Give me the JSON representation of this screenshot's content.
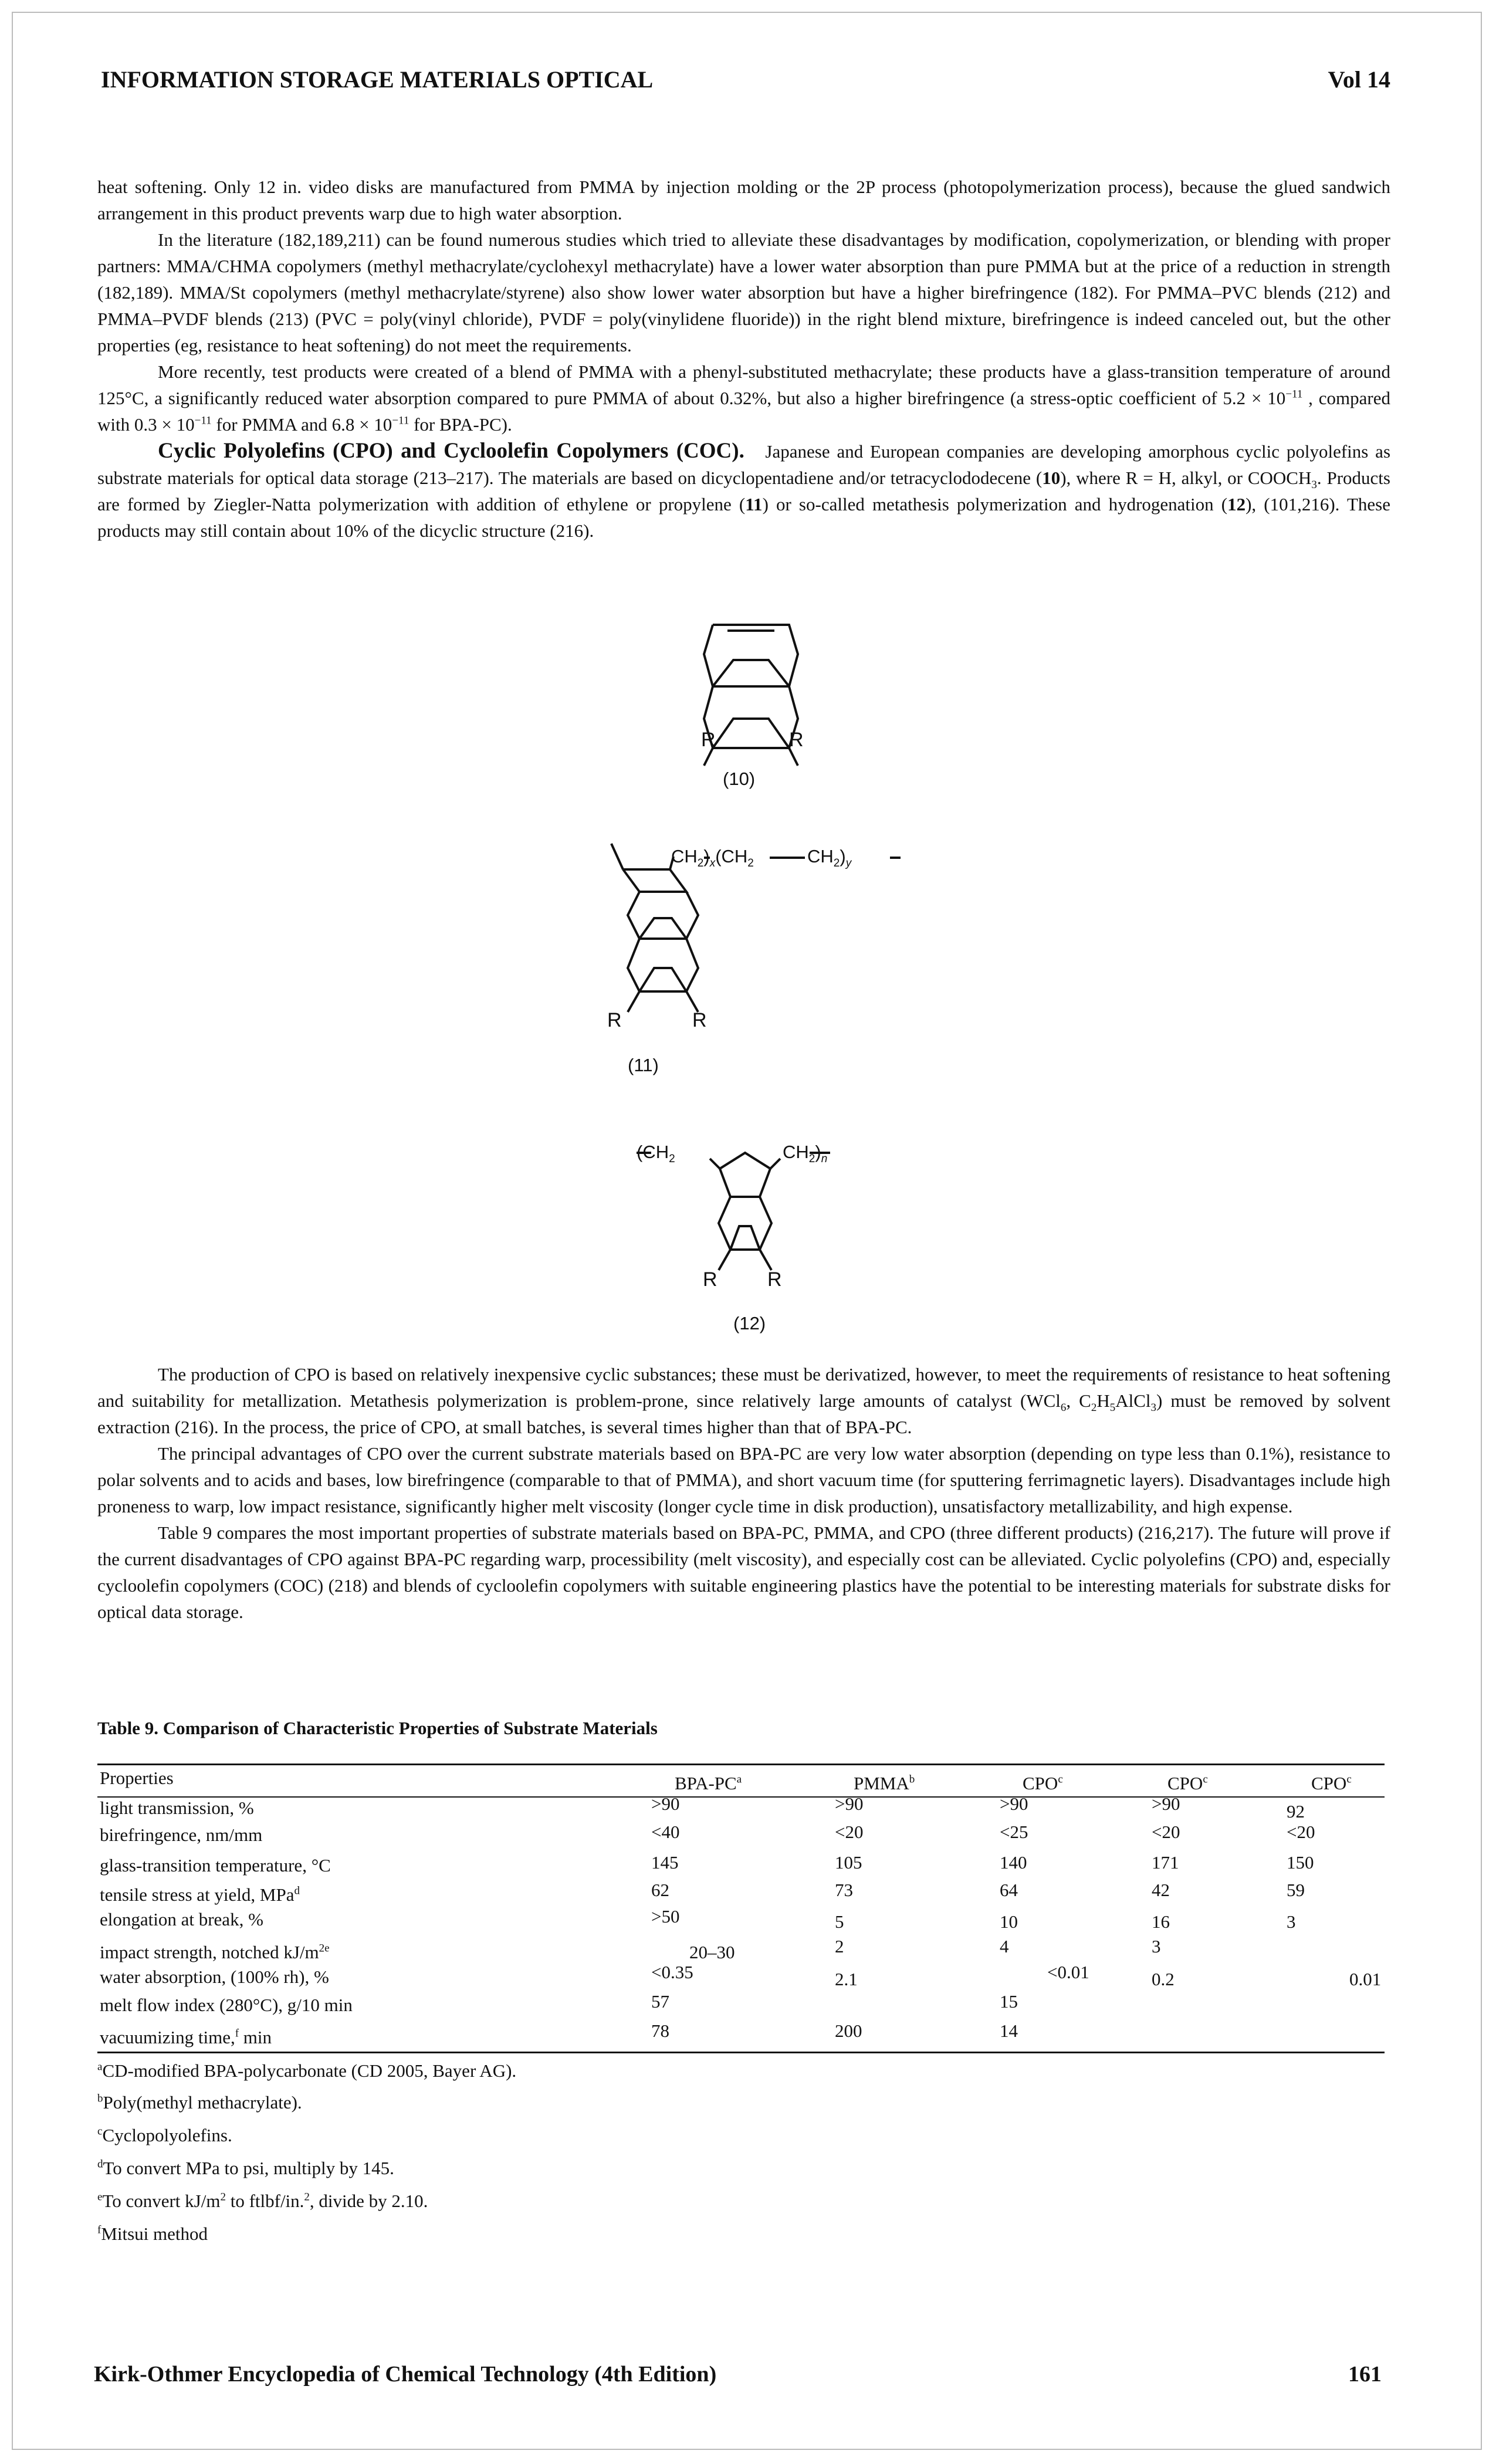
{
  "header": {
    "title": "INFORMATION STORAGE MATERIALS OPTICAL",
    "volume": "Vol 14"
  },
  "paragraphs": {
    "p1": "heat softening. Only 12 in. video disks are manufactured from PMMA by injection molding or the 2P process (photopolymerization process), because the glued sandwich arrangement in this product prevents warp due to high water absorption.",
    "p2": "In the literature (182,189,211) can be found numerous studies which tried to alleviate these disadvantages by modification, copolymerization, or blending with proper partners: MMA/CHMA copolymers (methyl methacrylate/cyclohexyl methacrylate) have a lower water absorption than pure PMMA but at the price of a reduction in strength (182,189). MMA/St copolymers (methyl methacrylate/styrene) also show lower water absorption but have a higher birefringence (182). For PMMA–PVC blends (212) and PMMA–PVDF blends (213) (PVC = poly(vinyl chloride), PVDF = poly(vinylidene fluoride)) in the right blend mixture, birefringence is indeed canceled out, but the other properties (eg, resistance to heat softening) do not meet the requirements.",
    "p3a": "More recently, test products were created of a blend of PMMA with a phenyl-substituted methacrylate; these products have a glass-transition temperature of around 125°C, a significantly reduced water absorption compared to pure PMMA of about 0.32%, but also a higher birefringence (a stress-optic coefficient of 5.2 × 10",
    "p3b": " , compared with 0.3 × 10",
    "p3c": " for PMMA and 6.8 × 10",
    "p3d": " for BPA-PC).",
    "exp": "−11",
    "sec_heading": "Cyclic Polyolefins (CPO) and Cycloolefin Copolymers (COC).",
    "p4a": "Japanese and European companies are developing amorphous cyclic polyolefins as substrate materials for optical data storage (213–217). The materials are based on dicyclopentadiene and/or tetracyclododecene (",
    "p4b": "), where R = H, alkyl, or COOCH",
    "p4c": ". Products are formed by Ziegler-Natta polymerization with addition of ethylene or propylene (",
    "p4d": ") or so-called metathesis polymerization and hydrogenation (",
    "p4e": "), (101,216). These products may still contain about 10% of the dicyclic structure (216).",
    "ref10": "10",
    "ref11": "11",
    "ref12": "12",
    "sub3": "3",
    "p5a": "The production of CPO is based on relatively inexpensive cyclic substances; these must be derivatized, however, to meet the requirements of resistance to heat softening and suitability for metallization. Metathesis polymerization is problem-prone, since relatively large amounts of catalyst (WCl",
    "sub6": "6",
    "p5b": ", C",
    "sub2": "2",
    "p5c": "H",
    "sub5": "5",
    "p5d": "AlCl",
    "p5e": ") must be removed by solvent extraction (216). In the process, the price of CPO, at small batches, is several times higher than that of BPA-PC.",
    "p6": "The principal advantages of CPO over the current substrate materials based on BPA-PC are very low water absorption (depending on type less than 0.1%), resistance to polar solvents and to acids and bases, low birefringence (comparable to that of PMMA), and short vacuum time (for sputtering ferrimagnetic layers). Disadvantages include high proneness to warp, low impact resistance, significantly higher melt viscosity (longer cycle time in disk production), unsatisfactory metallizability, and high expense.",
    "p7": "Table 9 compares the most important properties of substrate materials based on BPA-PC, PMMA, and CPO (three different products) (216,217). The future will prove if the current disadvantages of CPO against BPA-PC regarding warp, processibility (melt viscosity), and especially cost can be alleviated. Cyclic polyolefins (CPO) and, especially cycloolefin copolymers (COC) (218) and blends of cycloolefin copolymers with suitable engineering plastics have the potential to be interesting materials for substrate disks for optical data storage."
  },
  "figures": {
    "f10": {
      "caption": "(10)",
      "r_left": "R",
      "r_right": "R"
    },
    "f11": {
      "caption": "(11)",
      "r_left": "R",
      "r_right": "R",
      "ch2_a": "CH",
      "ch2_b": "CH",
      "ch2_c": "CH",
      "sub2": "2",
      "x": "x",
      "y": "y"
    },
    "f12": {
      "caption": "(12)",
      "r_left": "R",
      "r_right": "R",
      "ch2_a": "CH",
      "ch2_b": "CH",
      "sub2": "2",
      "n": "n"
    }
  },
  "table": {
    "title": "Table 9. Comparison of Characteristic Properties of Substrate Materials",
    "header": {
      "properties": "Properties",
      "c1": "BPA-PC",
      "c1s": "a",
      "c2": "PMMA",
      "c2s": "b",
      "c3": "CPO",
      "c3s": "c",
      "c4": "CPO",
      "c4s": "c",
      "c5": "CPO",
      "c5s": "c"
    },
    "rows": [
      {
        "label": "light transmission, %",
        "sup": "",
        "v": [
          ">90",
          ">90",
          ">90",
          ">90",
          "92"
        ]
      },
      {
        "label": "birefringence, nm/mm",
        "sup": "",
        "v": [
          "<40",
          "<20",
          "<25",
          "<20",
          "<20"
        ]
      },
      {
        "label": "glass-transition temperature, °C",
        "sup": "",
        "v": [
          "145",
          "105",
          "140",
          "171",
          "150"
        ]
      },
      {
        "label": "tensile stress at yield, MPa",
        "sup": "d",
        "v": [
          "62",
          "73",
          "64",
          "42",
          "59"
        ]
      },
      {
        "label": "elongation at break, %",
        "sup": "",
        "v": [
          ">50",
          "5",
          "10",
          "16",
          "3"
        ]
      },
      {
        "label": "impact strength, notched kJ/m",
        "sup": "2e",
        "v": [
          "20–30",
          "2",
          "4",
          "3",
          ""
        ]
      },
      {
        "label": "water absorption, (100% rh), %",
        "sup": "",
        "v": [
          "<0.35",
          "2.1",
          "<0.01",
          "0.2",
          "0.01"
        ]
      },
      {
        "label": "melt flow index (280°C), g/10 min",
        "sup": "",
        "v": [
          "57",
          "",
          "15",
          "",
          ""
        ]
      },
      {
        "label": "vacuumizing time,",
        "sup": "f",
        "label2": " min",
        "v": [
          "78",
          "200",
          "14",
          "",
          ""
        ]
      }
    ]
  },
  "footnotes": [
    {
      "mark": "a",
      "text": "CD-modified BPA-polycarbonate (CD 2005, Bayer AG)."
    },
    {
      "mark": "b",
      "text": "Poly(methyl methacrylate)."
    },
    {
      "mark": "c",
      "text": "Cyclopolyolefins."
    },
    {
      "mark": "d",
      "text": "To convert MPa to psi, multiply by 145."
    },
    {
      "mark": "e",
      "text_a": "To convert kJ/m",
      "sup_a": "2",
      "text_b": " to ftlbf/in.",
      "sup_b": "2",
      "text_c": ", divide by 2.10."
    },
    {
      "mark": "f",
      "text": "Mitsui method"
    }
  ],
  "footer": {
    "title": "Kirk-Othmer Encyclopedia of Chemical Technology (4th Edition)",
    "page": "161"
  }
}
